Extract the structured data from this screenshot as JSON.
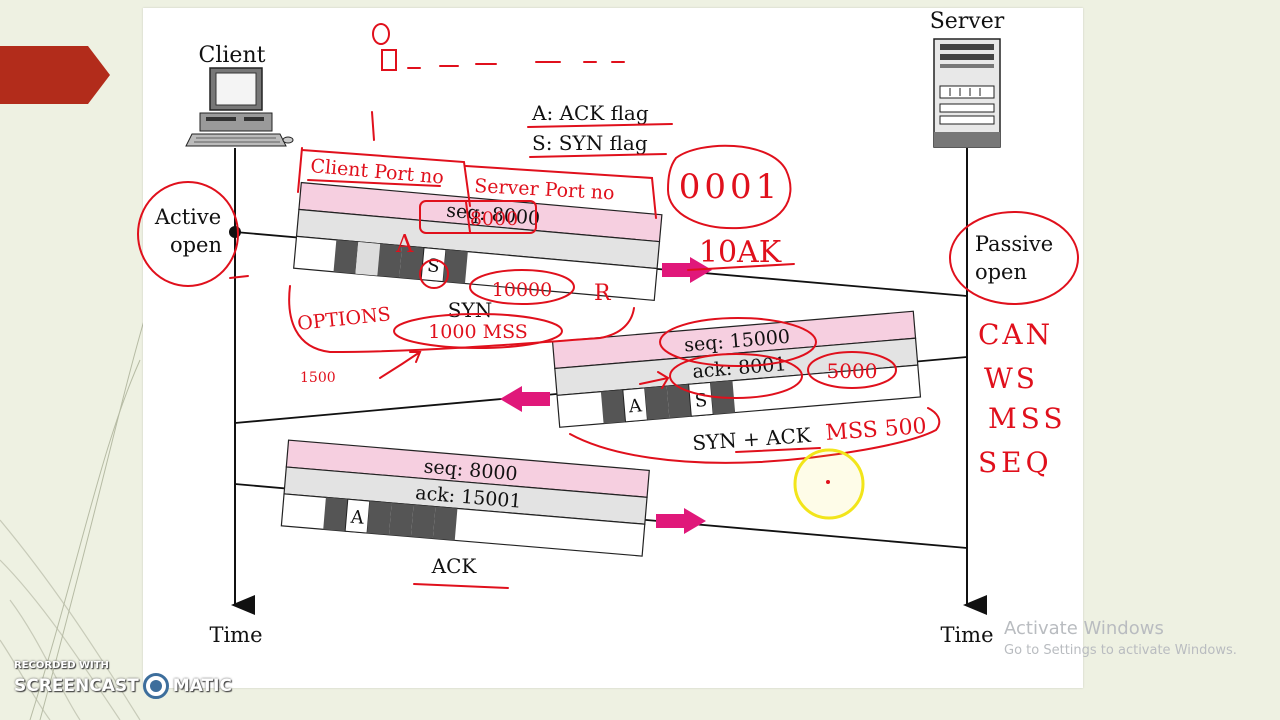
{
  "diagram": {
    "client_label": "Client",
    "server_label": "Server",
    "legend_ack": "A: ACK flag",
    "legend_syn": "S: SYN flag",
    "active_open_line1": "Active",
    "active_open_line2": "open",
    "passive_open_line1": "Passive",
    "passive_open_line2": "open",
    "seg1": {
      "seq": "seq: 8000",
      "flag_s": "S",
      "caption": "SYN"
    },
    "seg2": {
      "seq": "seq: 15000",
      "ack": "ack: 8001",
      "flag_a": "A",
      "flag_s": "S",
      "caption": "SYN + ACK"
    },
    "seg3": {
      "seq": "seq: 8000",
      "ack": "ack: 15001",
      "flag_a": "A",
      "caption": "ACK"
    },
    "time_left": "Time",
    "time_right": "Time"
  },
  "annotations": {
    "client_port": "Client Port no",
    "server_port": "Server Port no",
    "seq_value": "8000",
    "bits_0001": "0001",
    "ten_ak": "10AK",
    "rcv_window": "10000",
    "r_mark": "R",
    "options": "OPTIONS",
    "mss_1000": "1000 MSS",
    "a_mark": "A",
    "val_1500": "1500",
    "val_5000": "5000",
    "mss_500": "MSS 500",
    "can": "CAN",
    "ws": "WS",
    "mss": "MSS",
    "seq": "SEQ"
  },
  "watermark": {
    "title": "Activate Windows",
    "subtitle": "Go to Settings to activate Windows."
  },
  "recorder": {
    "recorded_with": "RECORDED WITH",
    "brand_left": "SCREENCAST",
    "brand_right": "MATIC"
  },
  "colors": {
    "slide_background": "#eef1e2",
    "accent_tab": "#b22c1b",
    "ink_red": "#e0101c",
    "arrow_magenta": "#e0187a",
    "header_pink": "#f6cfe0",
    "header_gray": "#e3e3e3",
    "flag_dark": "#555555",
    "highlight_yellow": "#f2e51a"
  }
}
